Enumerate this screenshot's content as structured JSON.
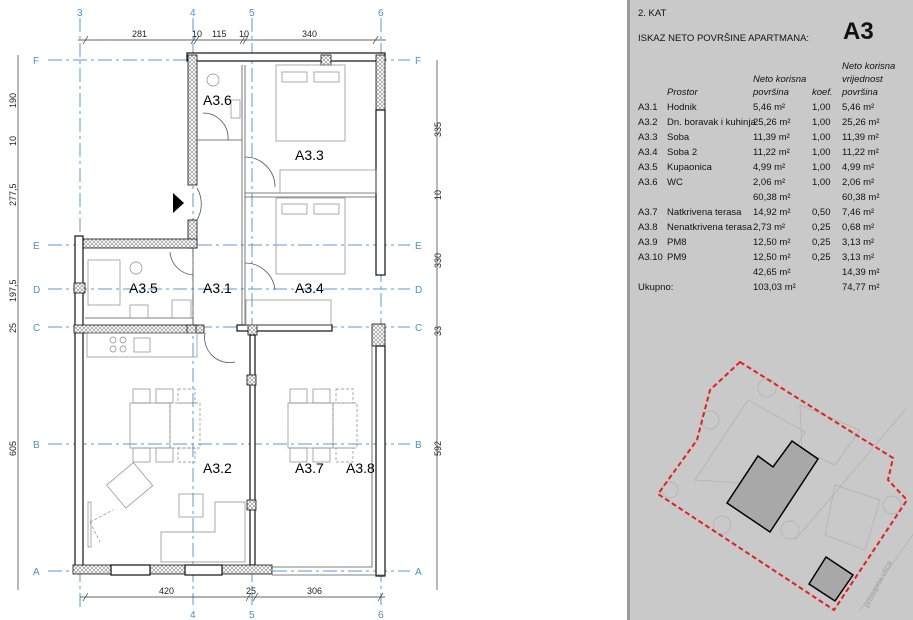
{
  "plan": {
    "grid_columns": [
      "3",
      "4",
      "5",
      "6"
    ],
    "grid_rows": [
      "F",
      "E",
      "D",
      "C",
      "B",
      "A"
    ],
    "dims_top": [
      "281",
      "10",
      "115",
      "10",
      "340"
    ],
    "dims_left": [
      "190",
      "10",
      "277,5",
      "197,5",
      "25",
      "605"
    ],
    "dims_right": [
      "335",
      "10",
      "330",
      "33",
      "592"
    ],
    "dims_bottom": [
      "420",
      "25",
      "306"
    ],
    "rooms": [
      "A3.6",
      "A3.3",
      "A3.5",
      "A3.1",
      "A3.4",
      "A3.2",
      "A3.7",
      "A3.8"
    ],
    "grid_color": "#5a9bd5"
  },
  "panel": {
    "floor": "2. KAT",
    "heading": "ISKAZ NETO POVRŠINE APARTMANA:",
    "apartment": "A3",
    "headers": {
      "space": "Prostor",
      "net_area": [
        "Neto korisna",
        "površina"
      ],
      "coef": "koef.",
      "net_value": [
        "Neto korisna",
        "vrijednost",
        "površina"
      ]
    },
    "rows": [
      {
        "code": "A3.1",
        "name": "Hodnik",
        "area": "5,46 m²",
        "coef": "1,00",
        "value": "5,46 m²"
      },
      {
        "code": "A3.2",
        "name": "Dn. boravak i kuhinja",
        "area": "25,26 m²",
        "coef": "1,00",
        "value": "25,26 m²"
      },
      {
        "code": "A3.3",
        "name": "Soba",
        "area": "11,39 m²",
        "coef": "1,00",
        "value": "11,39 m²"
      },
      {
        "code": "A3.4",
        "name": "Soba 2",
        "area": "11,22 m²",
        "coef": "1,00",
        "value": "11,22 m²"
      },
      {
        "code": "A3.5",
        "name": "Kupaonica",
        "area": "4,99 m²",
        "coef": "1,00",
        "value": "4,99 m²"
      },
      {
        "code": "A3.6",
        "name": "WC",
        "area": "2,06 m²",
        "coef": "1,00",
        "value": "2,06 m²"
      },
      {
        "code": "",
        "name": "",
        "area": "60,38 m²",
        "coef": "",
        "value": "60,38 m²"
      },
      {
        "code": "A3.7",
        "name": "Natkrivena terasa",
        "area": "14,92 m²",
        "coef": "0,50",
        "value": "7,46 m²"
      },
      {
        "code": "A3.8",
        "name": "Nenatkrivena terasa",
        "area": "2,73 m²",
        "coef": "0,25",
        "value": "0,68 m²"
      },
      {
        "code": "A3.9",
        "name": "PM8",
        "area": "12,50 m²",
        "coef": "0,25",
        "value": "3,13 m²"
      },
      {
        "code": "A3.10",
        "name": "PM9",
        "area": "12,50 m²",
        "coef": "0,25",
        "value": "3,13 m²"
      },
      {
        "code": "",
        "name": "",
        "area": "42,65 m²",
        "coef": "",
        "value": "14,39 m²"
      },
      {
        "code": "Ukupno:",
        "name": "",
        "area": "103,03 m²",
        "coef": "",
        "value": "74,77 m²"
      }
    ],
    "site_street": "pristupna ulica",
    "site_boundary_color": "#e02020"
  }
}
